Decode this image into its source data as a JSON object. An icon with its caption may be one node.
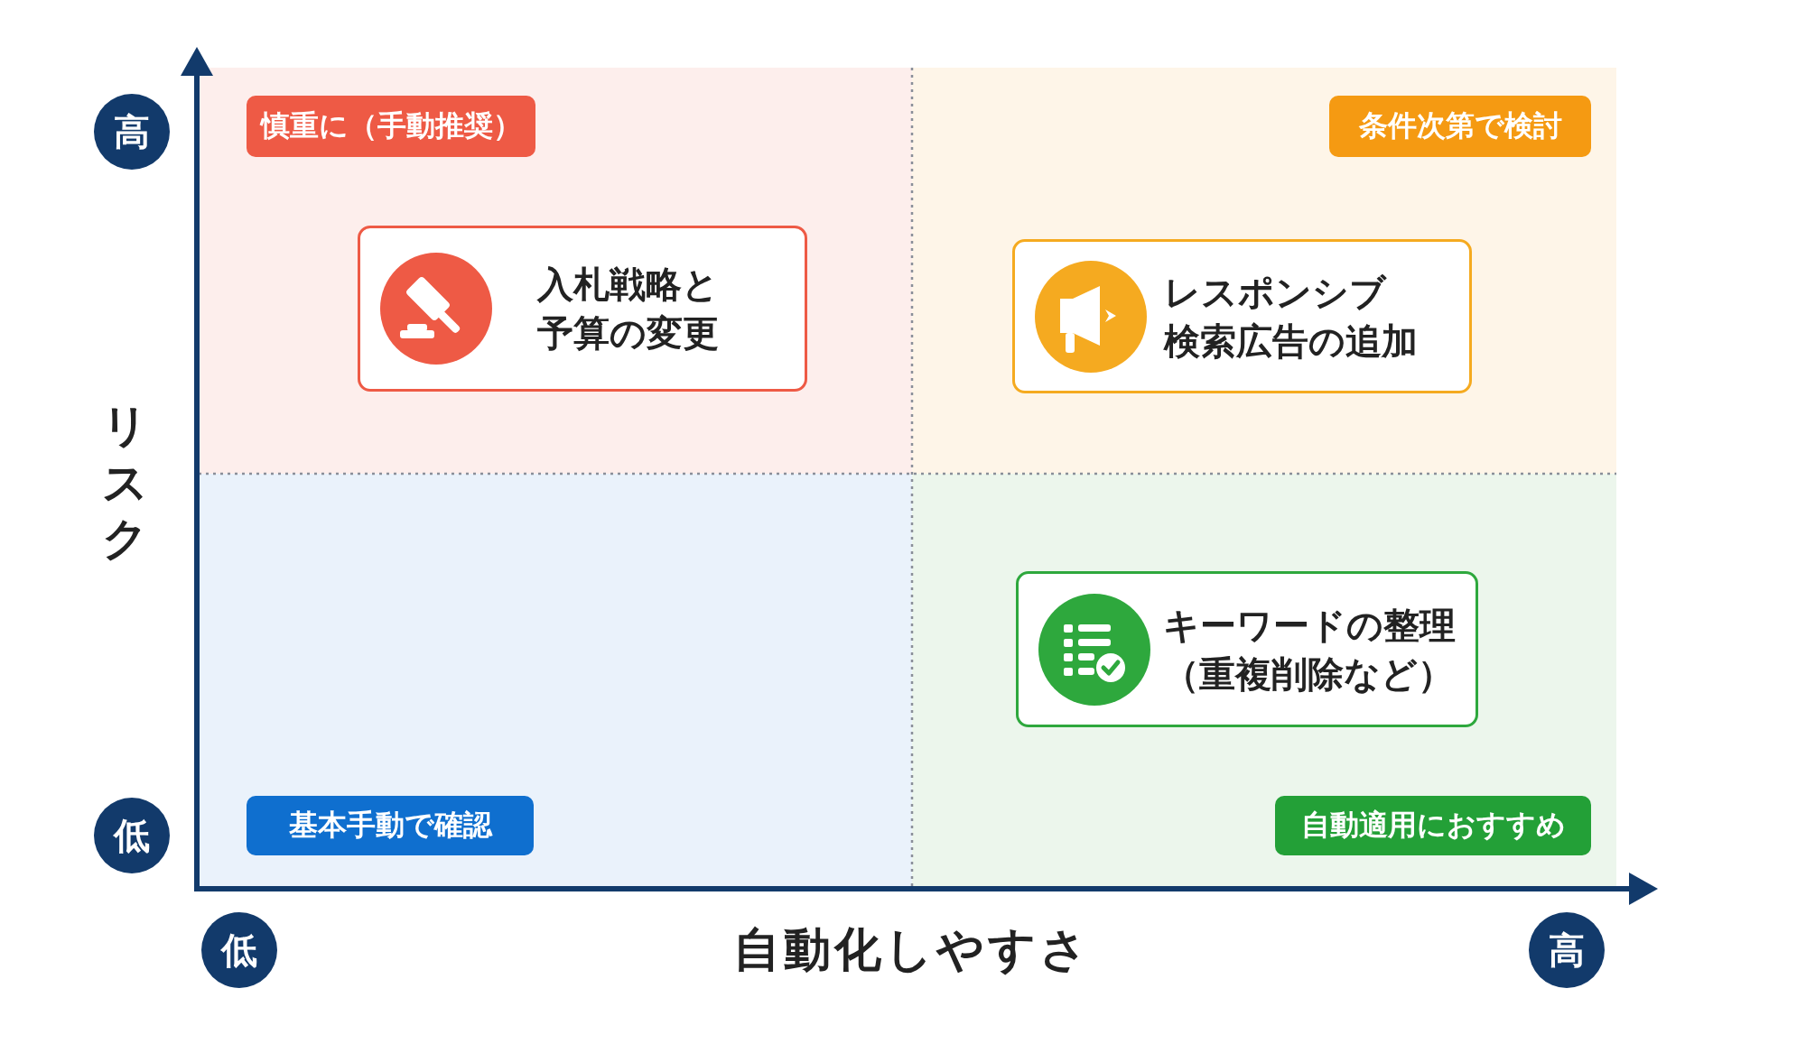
{
  "diagram": {
    "nodes": [
      {
        "text": [
          "慎重に（手動推奨）"
        ]
      },
      {
        "text": [
          "入札戦略と予算の変更"
        ]
      },
      {
        "text": [
          "条件次第で検討"
        ]
      },
      {
        "text": [
          "レスポンシブ検索広告の追加"
        ]
      },
      {
        "text": [
          "基本手動で確認"
        ]
      },
      {
        "text": [
          "自動適用におすすめ"
        ]
      },
      {
        "text": [
          "キーワードの整理（重複削除など）"
        ]
      }
    ],
    "labels": [
      "高",
      "リスク",
      "低",
      "低",
      "自動化しやすさ",
      "高"
    ]
  }
}
